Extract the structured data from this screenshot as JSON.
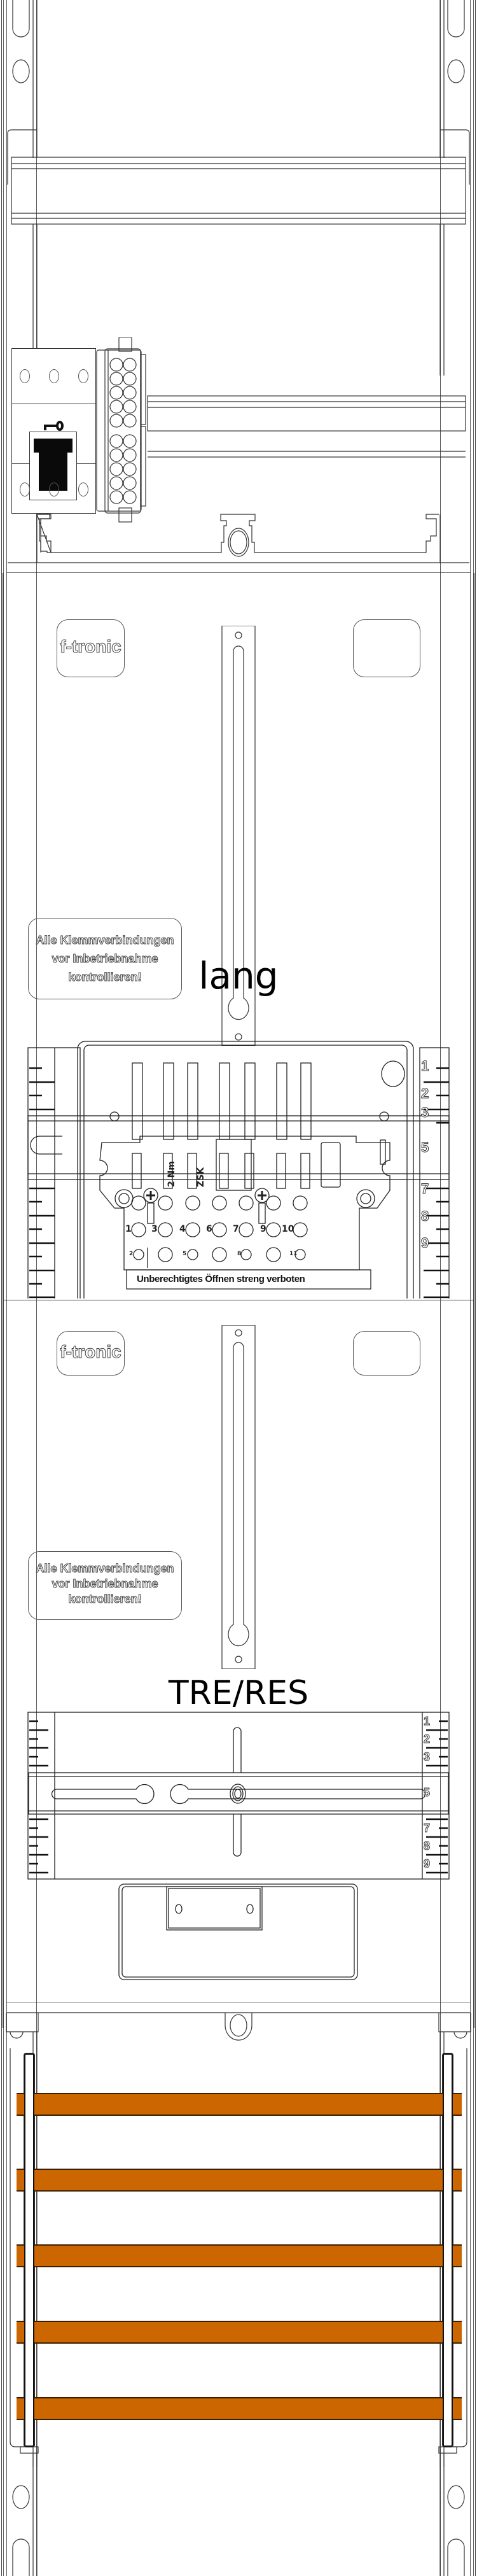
{
  "drawing": {
    "title": "Zählerplatz panel drawing",
    "colors": {
      "line": "#333333",
      "busbar": "#cc6600",
      "busbar_edge": "#3a1e00",
      "background": "#ffffff"
    }
  },
  "top_section": {
    "breaker": {
      "key_icon": "key-icon",
      "switch_icon": "lock-switch-icon"
    },
    "terminal_block": {
      "rows": 10,
      "columns": 2
    }
  },
  "cover_upper": {
    "logo": "f-tronic",
    "warning_lines": [
      "Alle Klemmverbindungen",
      "vor Inbetriebnahme",
      "kontrollieren!"
    ],
    "module_label": "lang",
    "meter_module": {
      "torque_label": "2 Nm",
      "zsk_label": "ZSK",
      "warning_strip": "Unberechtigtes Öffnen streng verboten",
      "terminal_numbers_row1": [
        "1",
        "3",
        "4",
        "6",
        "7",
        "9",
        "10"
      ],
      "terminal_numbers_row2": [
        "2",
        "5",
        "8",
        "11"
      ]
    },
    "scale_numbers": [
      "1",
      "2",
      "3",
      "5",
      "7",
      "8",
      "9"
    ]
  },
  "cover_lower": {
    "logo": "f-tronic",
    "warning_lines": [
      "Alle Klemmverbindungen",
      "vor Inbetriebnahme",
      "kontrollieren!"
    ],
    "module_label": "TRE/RES",
    "scale_numbers": [
      "1",
      "2",
      "3",
      "5",
      "7",
      "8",
      "9"
    ]
  },
  "busbar_section": {
    "busbar_count": 5
  }
}
